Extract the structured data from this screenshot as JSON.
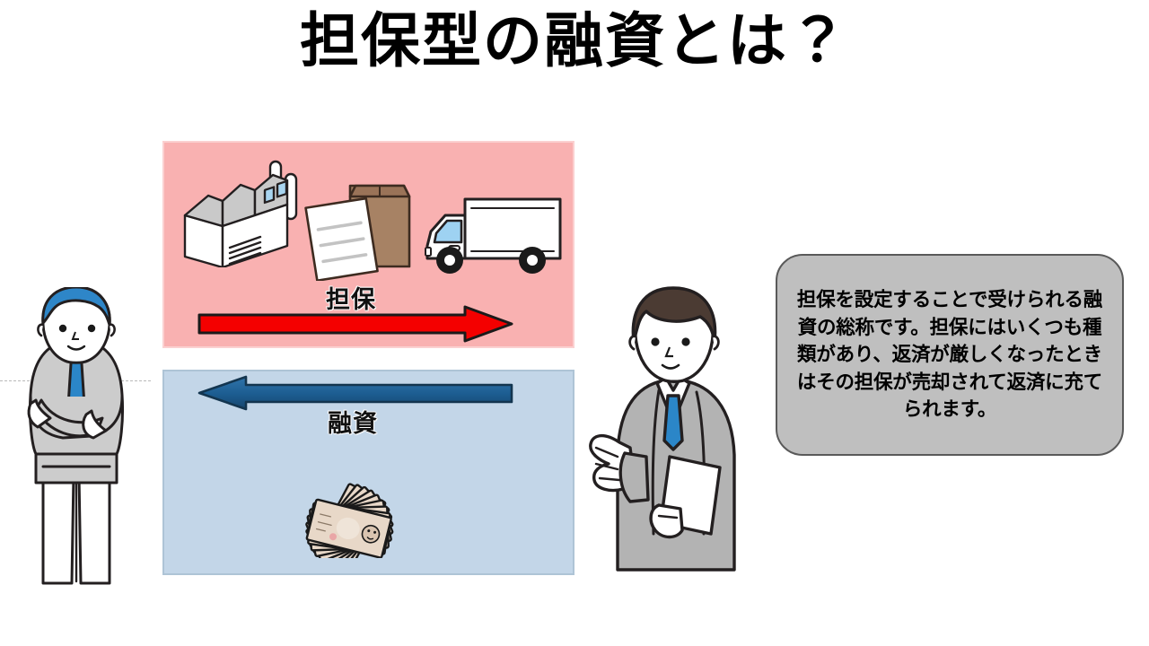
{
  "slide": {
    "title": "担保型の融資とは？",
    "background_color": "#ffffff"
  },
  "panels": {
    "collateral": {
      "label": "担保",
      "background_color": "#f9b1b1",
      "border_color": "#fbd0d0",
      "arrow": {
        "direction": "right",
        "color": "#f40000",
        "outline_color": "#1a1a1a"
      },
      "icons": [
        "factory-icon",
        "document-icon",
        "cardboard-box-icon",
        "delivery-truck-icon"
      ]
    },
    "loan": {
      "label": "融資",
      "background_color": "#c3d6e8",
      "border_color": "#aec4d6",
      "arrow": {
        "direction": "left",
        "color": "#1f5f96",
        "outline_color": "#132f4a"
      },
      "icons": [
        "yen-banknotes-icon"
      ]
    }
  },
  "characters": {
    "left": {
      "name": "borrower-figure",
      "hair_color": "#2e86c8",
      "suit_color": "#cccccc",
      "tie_color": "#2b86c8",
      "pose": "arms-crossed"
    },
    "right": {
      "name": "presenter-figure",
      "hair_color": "#4b3b33",
      "suit_color": "#b3b3b3",
      "tie_color": "#2b86c8",
      "pose": "open-hand-with-document"
    }
  },
  "speech_bubble": {
    "background_color": "#bfbfbf",
    "border_color": "#595959",
    "text_parts": [
      {
        "text": "担保を設定することで受けられる",
        "bold": false
      },
      {
        "text": "融資の総称",
        "bold": true
      },
      {
        "text": "です。担保にはいくつも種類があり、返済が厳しくなったときはその担保が売却されて返済に充てられます。",
        "bold": false
      }
    ],
    "full_text": "担保を設定することで受けられる融資の総称です。担保にはいくつも種類があり、返済が厳しくなったときはその担保が売却されて返済に充てられます。",
    "line_1": "担保を設定することで受けられる",
    "line_2_bold": "融資の総称",
    "line_2_rest": "です。担保にはいく",
    "line_3": "つも種類があり、返済が厳しく",
    "line_4": "なったときはその担保が売却され",
    "line_5": "て返済に充てられます。"
  }
}
